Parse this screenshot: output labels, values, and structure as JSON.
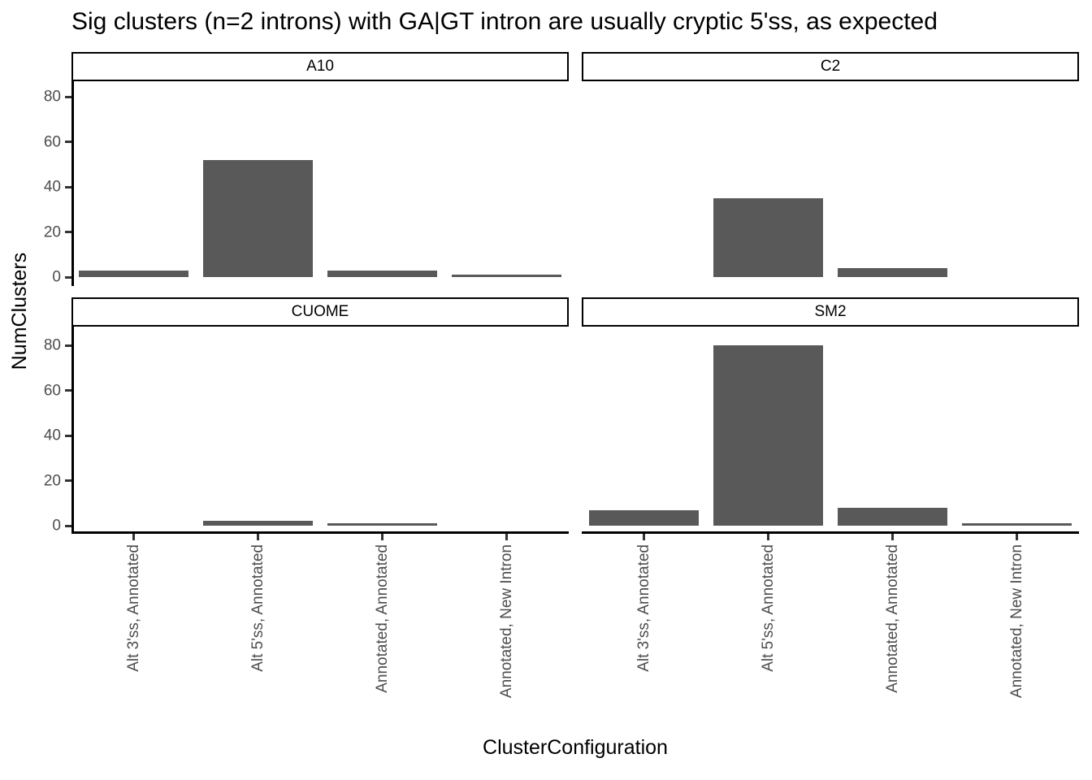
{
  "title": "Sig clusters (n=2 introns) with GA|GT intron are usually cryptic 5'ss, as expected",
  "chart_data": {
    "type": "bar",
    "title": "Sig clusters (n=2 introns) with GA|GT intron are usually cryptic 5'ss, as expected",
    "xlabel": "ClusterConfiguration",
    "ylabel": "NumClusters",
    "categories": [
      "Alt 3'ss, Annotated",
      "Alt 5'ss, Annotated",
      "Annotated, Annotated",
      "Annotated, New Intron"
    ],
    "facets": [
      {
        "label": "A10",
        "values": [
          3,
          52,
          3,
          1
        ]
      },
      {
        "label": "C2",
        "values": [
          0,
          35,
          4,
          0
        ]
      },
      {
        "label": "CUOME",
        "values": [
          0,
          2,
          1,
          0
        ]
      },
      {
        "label": "SM2",
        "values": [
          7,
          80,
          8,
          1
        ]
      }
    ],
    "ylim": [
      0,
      80
    ],
    "yticks": [
      0,
      20,
      40,
      60,
      80
    ],
    "grid": false,
    "legend": "none",
    "facet_layout": [
      "A10",
      "C2",
      "CUOME",
      "SM2"
    ],
    "colors": {
      "bar": "#595959",
      "axis_text": "#4d4d4d",
      "axis_line": "#000000",
      "tick": "#333333",
      "strip_border": "#000000",
      "strip_bg": "#ffffff",
      "title_text": "#000000",
      "background": "#ffffff"
    }
  }
}
